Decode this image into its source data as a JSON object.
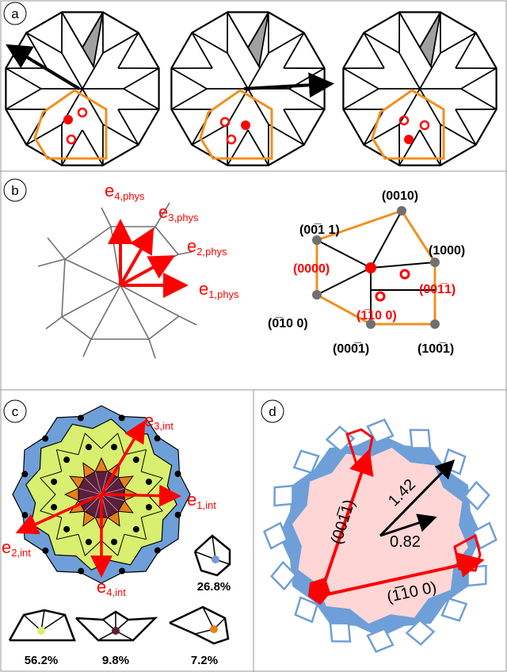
{
  "panels": {
    "a": {
      "letter": "a"
    },
    "b": {
      "letter": "b",
      "vectors": [
        {
          "base": "e",
          "sub": "1,phys"
        },
        {
          "base": "e",
          "sub": "2,phys"
        },
        {
          "base": "e",
          "sub": "3,phys"
        },
        {
          "base": "e",
          "sub": "4,phys"
        }
      ],
      "nodes": [
        {
          "label": "(0010)",
          "color": "black"
        },
        {
          "label": "(00̅1 1)",
          "color": "black"
        },
        {
          "label": "(1000)",
          "color": "black"
        },
        {
          "label": "(0000)",
          "color": "red"
        },
        {
          "label": "(001̅1)",
          "color": "red"
        },
        {
          "label": "(0̅10 0)",
          "color": "black"
        },
        {
          "label": "(1̅10 0)",
          "color": "red"
        },
        {
          "label": "(000̅1)",
          "color": "black"
        },
        {
          "label": "(100̅1)",
          "color": "black"
        }
      ]
    },
    "c": {
      "letter": "c",
      "vectors": [
        {
          "base": "e",
          "sub": "1,int"
        },
        {
          "base": "e",
          "sub": "2,int"
        },
        {
          "base": "e",
          "sub": "3,int"
        },
        {
          "base": "e",
          "sub": "4,int"
        }
      ],
      "environments": [
        {
          "name": "blue",
          "color": "#6f9fd8",
          "percent": "26.8%"
        },
        {
          "name": "yellow-green",
          "color": "#d9ef6f",
          "percent": "56.2%"
        },
        {
          "name": "maroon",
          "color": "#5a1f3a",
          "percent": "9.8%"
        },
        {
          "name": "orange",
          "color": "#e8801a",
          "percent": "7.2%"
        }
      ]
    },
    "d": {
      "letter": "d",
      "vectors": [
        "(001̅1)",
        "(1̅10 0)"
      ],
      "lengths": [
        "1.42",
        "0.82"
      ]
    }
  },
  "colors": {
    "orange": "#f0901e",
    "red": "#ff0000",
    "gray_tile": "#a0a0a0",
    "blue": "#6f9fd8",
    "pink": "#ffd6d6",
    "green": "#d9ef6f",
    "maroon": "#5a1f3a",
    "dark_orange": "#e8801a"
  }
}
